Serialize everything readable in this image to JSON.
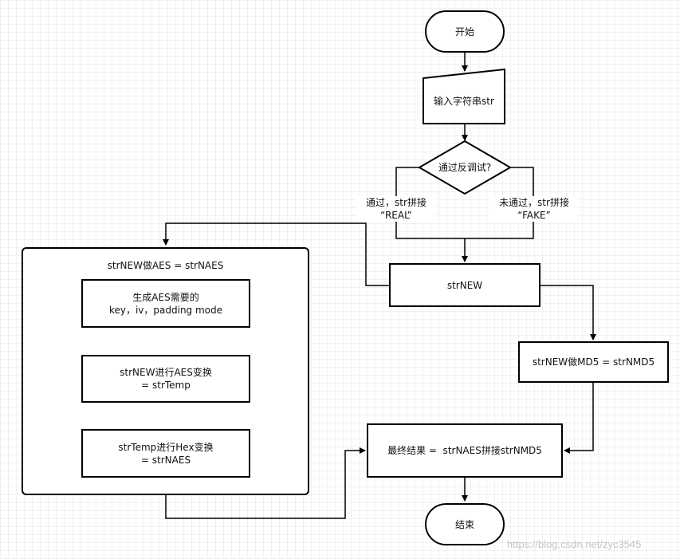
{
  "nodes": {
    "start": "开始",
    "input": "输入字符串str",
    "decision": "通过反调试?",
    "strnew": "strNEW",
    "md5": "strNEW做MD5 = strNMD5",
    "final": "最终结果 =  strNAES拼接strNMD5",
    "end": "结束"
  },
  "branches": {
    "pass_line1": "通过，str拼接",
    "pass_line2": "“REAL”",
    "fail_line1": "未通过，str拼接",
    "fail_line2": "“FAKE”"
  },
  "aes_group": {
    "title": "strNEW做AES = strNAES",
    "step1_line1": "生成AES需要的",
    "step1_line2": "key，iv，padding mode",
    "step2_line1": "strNEW进行AES变换",
    "step2_line2": "= strTemp",
    "step3_line1": "strTemp进行Hex变换",
    "step3_line2": "= strNAES"
  },
  "watermark": "https://blog.csdn.net/zyc3545"
}
